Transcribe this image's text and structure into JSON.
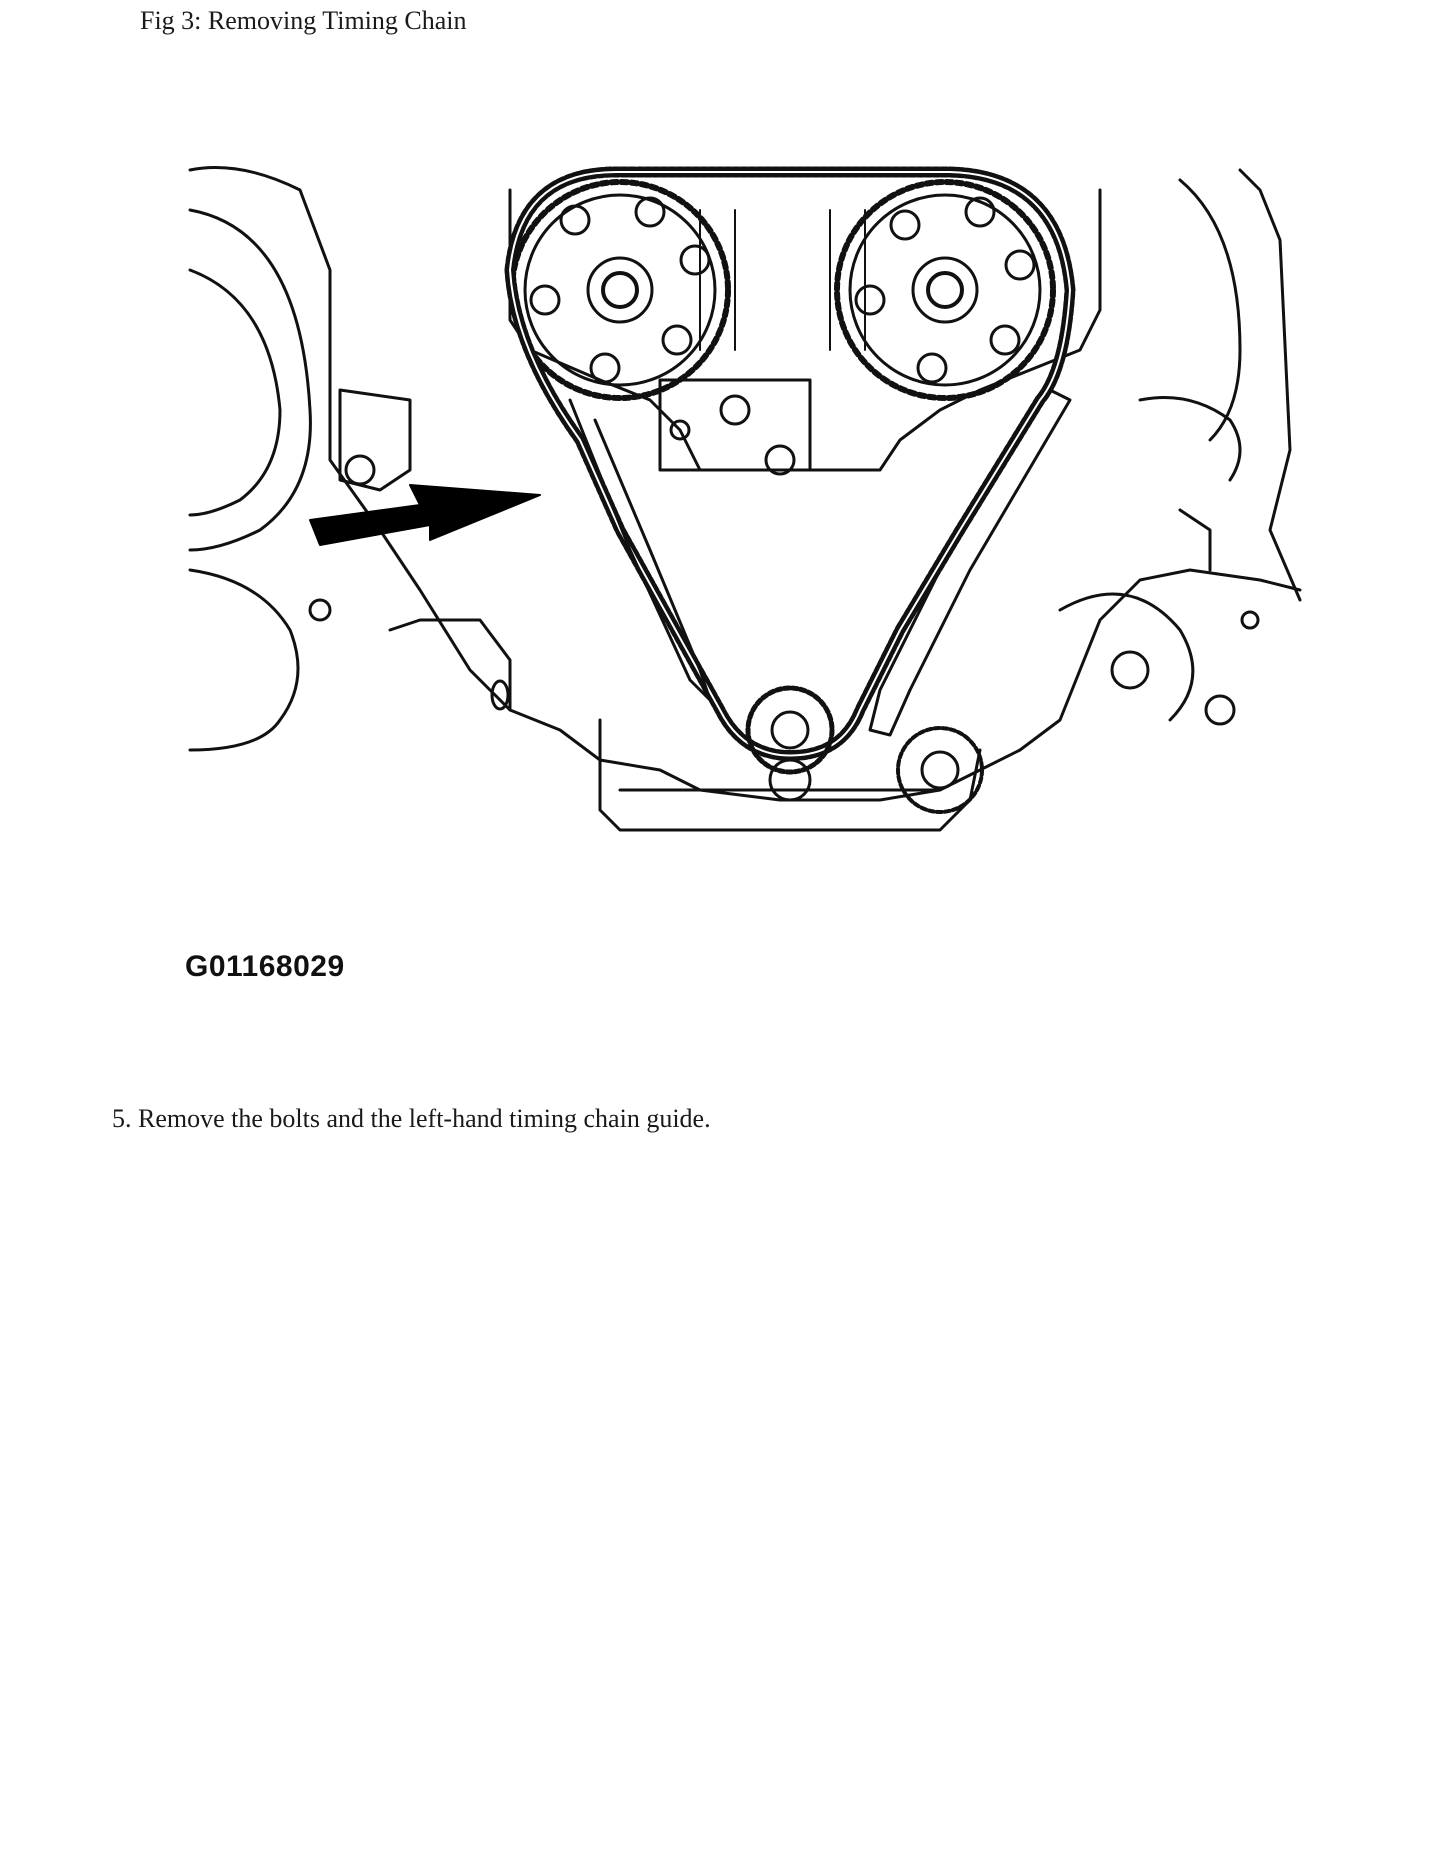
{
  "figure": {
    "caption": "Fig 3: Removing Timing Chain",
    "id_label": "G01168029"
  },
  "steps": [
    {
      "text": "5. Remove the bolts and the left-hand timing chain guide."
    }
  ]
}
